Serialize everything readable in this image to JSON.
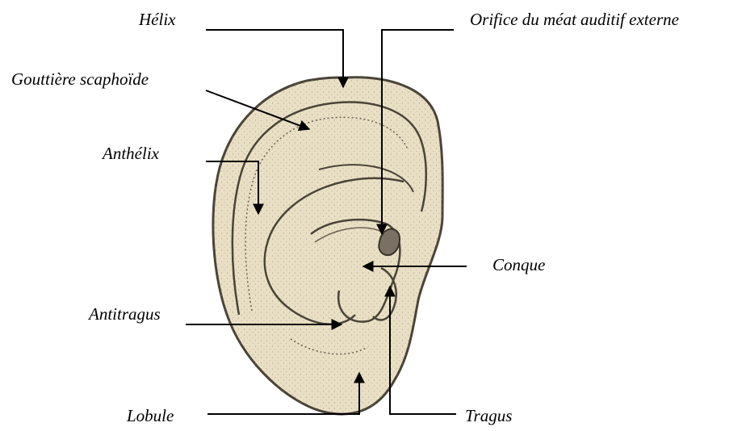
{
  "labels": {
    "helix": "Hélix",
    "orifice": "Orifice du méat auditif externe",
    "gouttiere": "Gouttière scaphoïde",
    "anthelix": "Anthélix",
    "conque": "Conque",
    "antitragus": "Antitragus",
    "lobule": "Lobule",
    "tragus": "Tragus"
  },
  "colors": {
    "skin": "#e9dfc4",
    "outline": "#4a4438",
    "stipple": "#8f8573",
    "line": "#000000"
  }
}
